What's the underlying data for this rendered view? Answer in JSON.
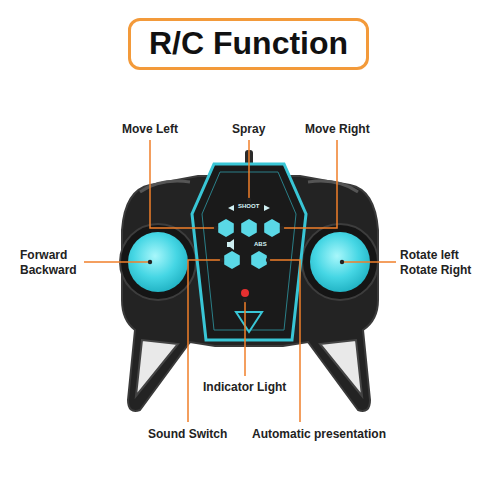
{
  "diagram": {
    "title": "R/C Function",
    "labels": [
      "Move Left",
      "Spray",
      "Move Right",
      "SHOOT",
      "ABS",
      "Forward Backward",
      "Rotate left Rotate Right",
      "Indicator Light",
      "Sound Switch",
      "Automatic presentation"
    ]
  }
}
